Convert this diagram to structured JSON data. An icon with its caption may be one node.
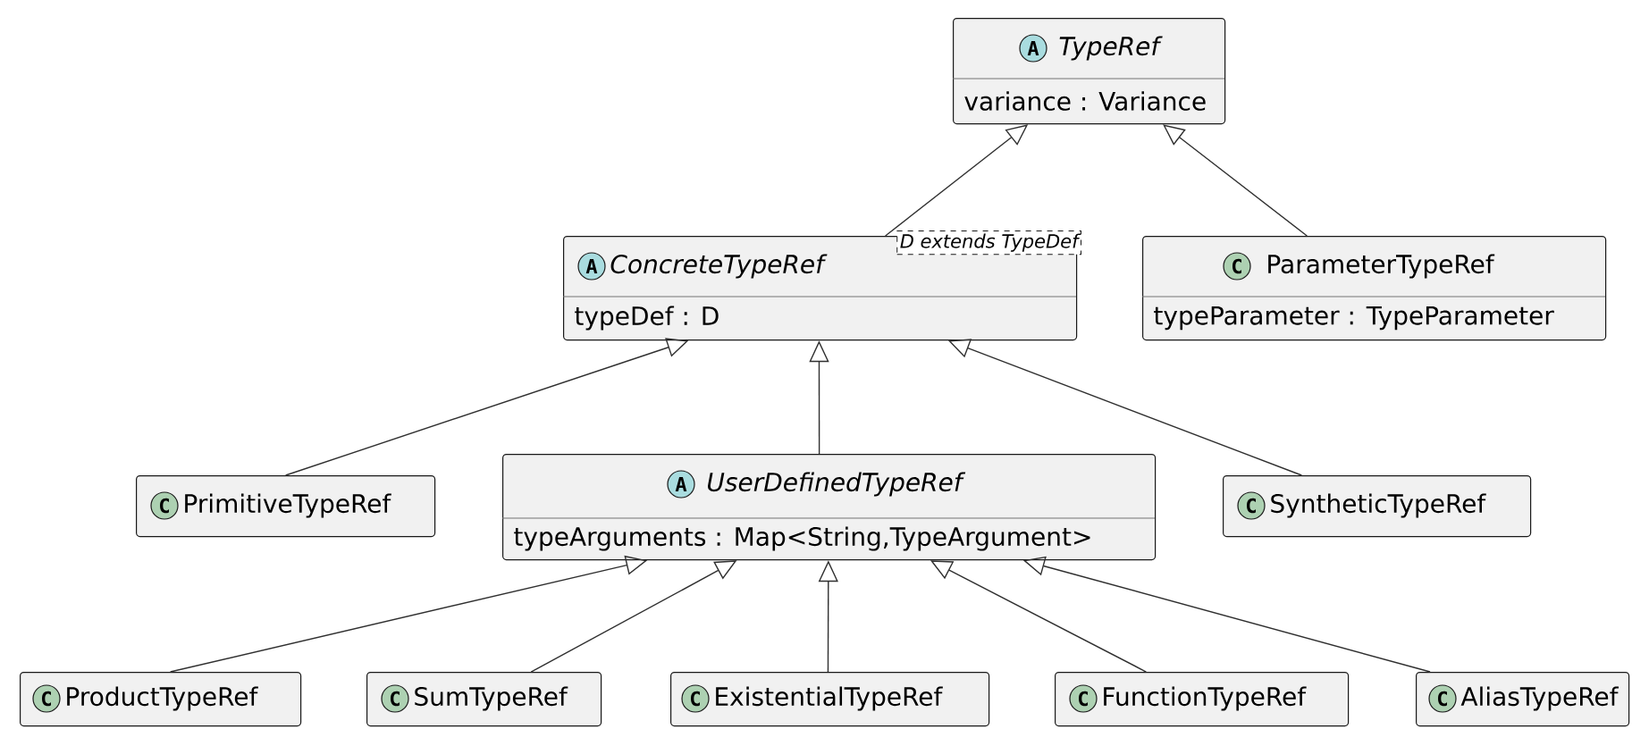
{
  "diagram": {
    "nodes": [
      {
        "text": [
          "A",
          "TypeRef",
          "variance : Variance"
        ]
      },
      {
        "text": [
          "A",
          "ConcreteTypeRef",
          "D extends TypeDef",
          "typeDef : D"
        ]
      },
      {
        "text": [
          "C",
          "ParameterTypeRef",
          "typeParameter : TypeParameter"
        ]
      },
      {
        "text": [
          "C",
          "PrimitiveTypeRef"
        ]
      },
      {
        "text": [
          "A",
          "UserDefinedTypeRef",
          "typeArguments : Map<String,TypeArgument>"
        ]
      },
      {
        "text": [
          "C",
          "SyntheticTypeRef"
        ]
      },
      {
        "text": [
          "C",
          "ProductTypeRef"
        ]
      },
      {
        "text": [
          "C",
          "SumTypeRef"
        ]
      },
      {
        "text": [
          "C",
          "ExistentialTypeRef"
        ]
      },
      {
        "text": [
          "C",
          "FunctionTypeRef"
        ]
      },
      {
        "text": [
          "C",
          "AliasTypeRef"
        ]
      }
    ],
    "edges": [
      {
        "from": 1,
        "to": 0,
        "arrow": "to"
      },
      {
        "from": 2,
        "to": 0,
        "arrow": "to"
      },
      {
        "from": 3,
        "to": 1,
        "arrow": "to"
      },
      {
        "from": 4,
        "to": 1,
        "arrow": "to"
      },
      {
        "from": 5,
        "to": 1,
        "arrow": "to"
      },
      {
        "from": 6,
        "to": 4,
        "arrow": "to"
      },
      {
        "from": 7,
        "to": 4,
        "arrow": "to"
      },
      {
        "from": 8,
        "to": 4,
        "arrow": "to"
      },
      {
        "from": 9,
        "to": 4,
        "arrow": "to"
      },
      {
        "from": 10,
        "to": 4,
        "arrow": "to"
      }
    ]
  }
}
